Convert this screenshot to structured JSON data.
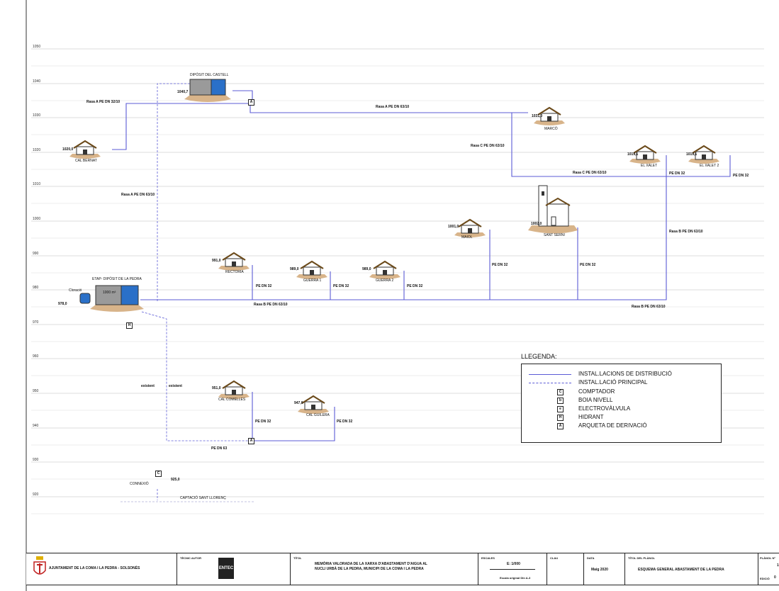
{
  "levels": [
    "1050",
    "1040",
    "1030",
    "1020",
    "1010",
    "1000",
    "990",
    "980",
    "970",
    "960",
    "950",
    "940",
    "930",
    "920"
  ],
  "nodes": {
    "diposit_castell": "DIPÒSIT DEL CASTELL",
    "diposit_castell_level": "1040,7",
    "cal_bernat": "CAL BERNAT",
    "cal_bernat_level": "1020,0",
    "marco": "MARCÓ",
    "marco_level": "1031,0",
    "el_xalet": "EL XALET",
    "el_xalet_level": "1019,1",
    "el_xalet2": "EL XALET 2",
    "el_xalet2_level": "1019,1",
    "sant_serni": "SANT SERNI",
    "sant_serni_level": "1002,0",
    "maiol": "MAIOL",
    "maiol_level": "1001,0",
    "rectoria": "RECTORIA",
    "rectoria_level": "991,0",
    "guerra1": "GUERRA 1",
    "guerra1_level": "989,0",
    "guerra2": "GUERRA 2",
    "guerra2_level": "989,0",
    "etap": "ETAP- DIPÒSIT DE LA PEDRA",
    "etap_volume": "1000 m³",
    "cloracio": "Cloració",
    "etap_level": "978,0",
    "cal_comelles": "CAL COMELLES",
    "cal_comelles_level": "951,0",
    "cal_guilera": "CAL GUILERA",
    "cal_guilera_level": "947,0",
    "connexio": "CONNEXIÓ",
    "connexio_level": "925,0",
    "captacio": "CAPTACIÓ SANT LLORENÇ"
  },
  "pipes": {
    "rasa_a_1": "Rasa A PE DN 32/10",
    "rasa_a_2": "Rasa A PE DN 63/10",
    "rasa_a_3": "Rasa A PE DN 63/10",
    "rasa_c_1": "Rasa C PE DN 63/10",
    "rasa_c_2": "Rasa C PE DN 63/10",
    "pe32_xalet": "PE DN 32",
    "pe32_xalet2": "PE DN 32",
    "rasa_b_right": "Rasa B PE DN 63/10",
    "pe32_maiol": "PE DN 32",
    "pe32_serni": "PE DN 32",
    "pe32_rectoria": "PE DN 32",
    "pe32_guerra1": "PE DN 32",
    "pe32_guerra2": "PE DN 32",
    "rasa_b_left": "Rasa B PE DN 63/10",
    "rasa_b_bottom": "Rasa B PE DN 63/10",
    "existent1": "existent",
    "existent2": "existent",
    "pe32_comelles": "PE DN 32",
    "pe32_guilera": "PE DN 32",
    "pe63": "PE DN 63"
  },
  "legend": {
    "title": "LLEGENDA:",
    "items": [
      {
        "symbol": "",
        "label": "INSTAL.LACIONS DE DISTRIBUCIÓ"
      },
      {
        "symbol": "",
        "label": "INSTAL.LACIÓ PRINCIPAL"
      },
      {
        "symbol": "C",
        "label": "COMPTADOR"
      },
      {
        "symbol": "b",
        "label": "BOIA NIVELL"
      },
      {
        "symbol": "e",
        "label": "ELECTROVÀLVULA"
      },
      {
        "symbol": "H",
        "label": "HIDRANT"
      },
      {
        "symbol": "A",
        "label": "ARQUETA DE DERIVACIÓ"
      }
    ]
  },
  "titleblock": {
    "org": "AJUNTAMENT DE LA COMA I LA PEDRA - SOLSONÈS",
    "author_label": "TÈCNIC AUTOR",
    "company": "ENTEC",
    "title_label": "TÍTOL",
    "title_line1": "MEMÒRIA VALORADA DE LA XARXA D'ABASTAMENT D'AIGUA AL",
    "title_line2": "NUCLI URBÀ DE LA PEDRA, MUNICIPI DE LA COMA I LA PEDRA",
    "scale_label": "ESCALES",
    "scale": "E: 1/000",
    "scale_note": "Escala original DIn A-3",
    "clau_label": "CLAU",
    "data_label": "DATA",
    "date": "Maig 2020",
    "plan_title_label": "TÍTOL DEL PLÀNOL",
    "plan_title": "ESQUEMA GENERAL ABASTAMENT DE LA PEDRA",
    "sheet_label": "PLÀNOL Nº",
    "sheet_no": "1",
    "edition_label": "EDICIÓ",
    "edition": "0"
  },
  "colors": {
    "distribution": "#5b5bd6",
    "main": "#5b5bd6",
    "grid": "#9a9a9a",
    "ground": "#d8b48a",
    "roof": "#8a6a3a"
  }
}
